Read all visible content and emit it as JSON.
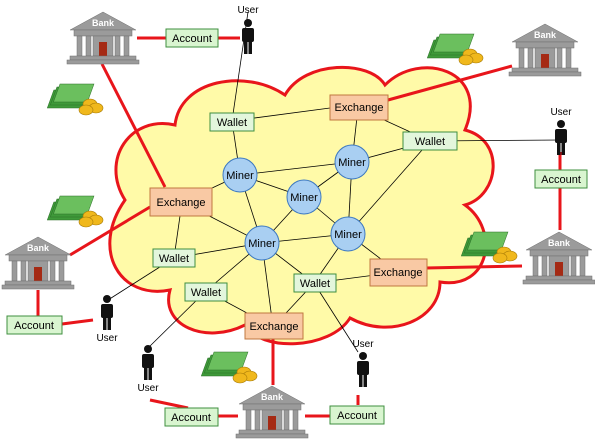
{
  "labels": {
    "bank": "Bank",
    "account": "Account",
    "user": "User",
    "wallet": "Wallet",
    "exchange": "Exchange",
    "miner": "Miner"
  },
  "colors": {
    "cloud_fill": "#fffaa8",
    "cloud_stroke": "#e8151b",
    "red_link": "#e8151b",
    "account_fill": "#d9f5d0",
    "account_stroke": "#3f8f3f",
    "wallet_fill": "#e3f6dc",
    "wallet_stroke": "#3f8f3f",
    "exchange_fill": "#f9c9a4",
    "exchange_stroke": "#c07840",
    "miner_fill": "#a9cff2",
    "miner_stroke": "#3c78c0",
    "bank_body": "#9b9b9b",
    "bank_door": "#a52a14",
    "money": "#3f9a3a",
    "coin": "#f0b81c",
    "user": "#111111"
  },
  "icons": {
    "bank": "bank-building-icon",
    "money": "banknotes-coins-icon",
    "user": "person-icon"
  }
}
